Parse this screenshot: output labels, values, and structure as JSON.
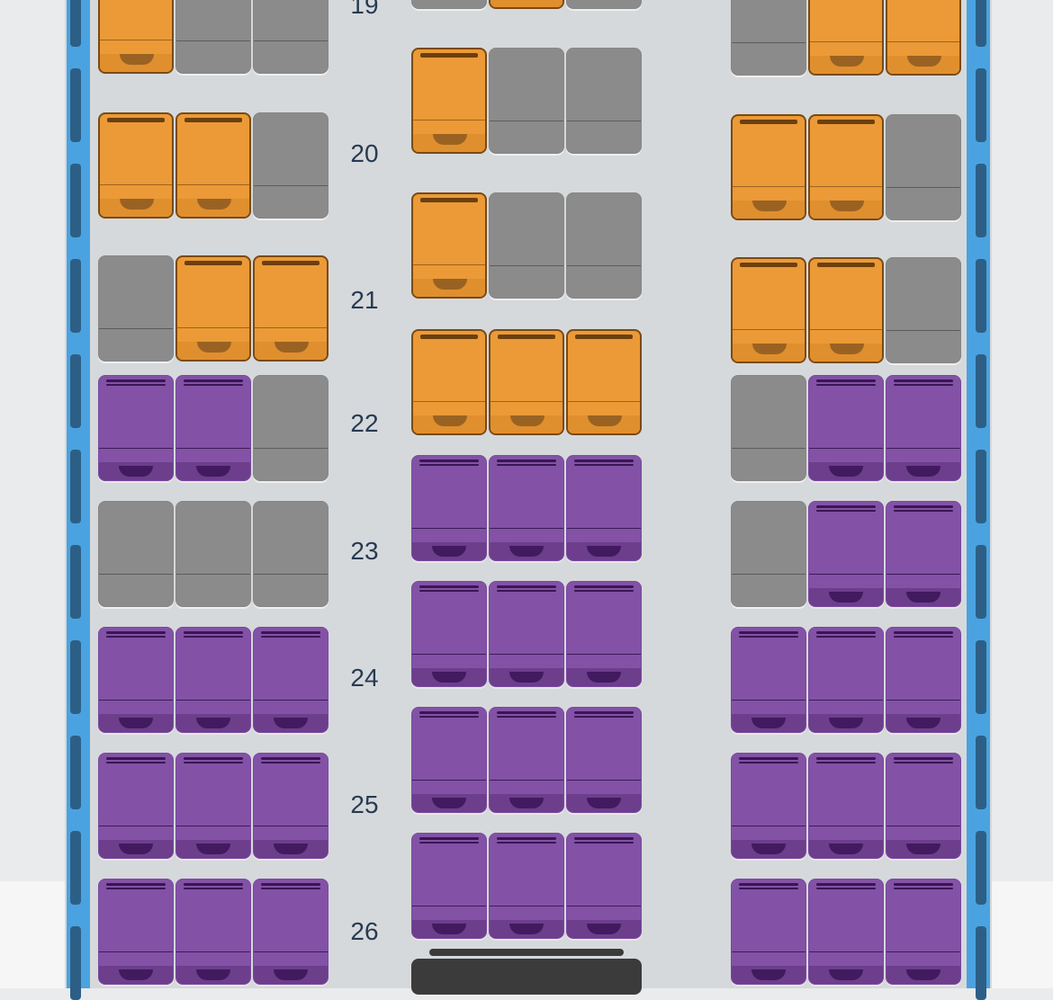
{
  "seatmap": {
    "legend_colors": {
      "available_standard": "#8352a6",
      "available_preferred": "#eb9a37",
      "unavailable": "#8b8b8b"
    },
    "rows": [
      {
        "label": "19",
        "left": [
          "orange",
          "gray",
          "gray"
        ],
        "center": [
          "gray",
          "orange",
          "gray"
        ],
        "right": [
          "gray",
          "orange",
          "orange"
        ]
      },
      {
        "label": "20",
        "left": [
          "orange",
          "orange",
          "gray"
        ],
        "center": [
          "orange",
          "gray",
          "gray"
        ],
        "right": [
          "orange",
          "orange",
          "gray"
        ]
      },
      {
        "label": "21",
        "left": [
          "gray",
          "orange",
          "orange"
        ],
        "center": [
          "orange",
          "gray",
          "gray"
        ],
        "right": [
          "orange",
          "orange",
          "gray"
        ]
      },
      {
        "label": "22",
        "left": [
          "purple",
          "purple",
          "gray"
        ],
        "center": [
          "orange",
          "orange",
          "orange"
        ],
        "right": [
          "gray",
          "purple",
          "purple"
        ]
      },
      {
        "label": "23",
        "left": [
          "gray",
          "gray",
          "gray"
        ],
        "center": [
          "purple",
          "purple",
          "purple"
        ],
        "right": [
          "gray",
          "purple",
          "purple"
        ]
      },
      {
        "label": "24",
        "left": [
          "purple",
          "purple",
          "purple"
        ],
        "center": [
          "purple",
          "purple",
          "purple"
        ],
        "right": [
          "purple",
          "purple",
          "purple"
        ]
      },
      {
        "label": "25",
        "left": [
          "purple",
          "purple",
          "purple"
        ],
        "center": [
          "purple",
          "purple",
          "purple"
        ],
        "right": [
          "purple",
          "purple",
          "purple"
        ]
      },
      {
        "label": "26",
        "left": [
          "purple",
          "purple",
          "purple"
        ],
        "center": [
          "purple",
          "purple",
          "purple"
        ],
        "right": [
          "purple",
          "purple",
          "purple"
        ]
      }
    ]
  }
}
